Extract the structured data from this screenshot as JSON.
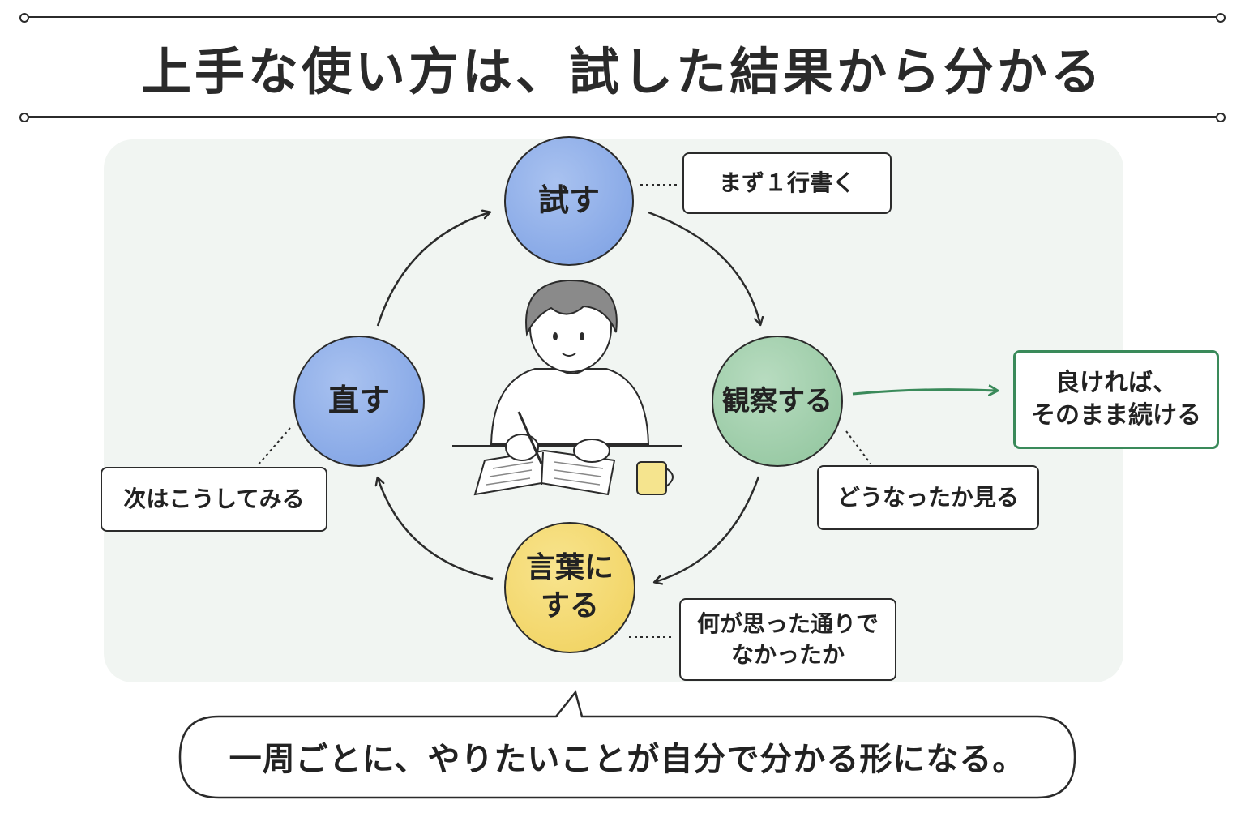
{
  "title": "上手な使い方は、試した結果から分かる",
  "cycle": {
    "try": {
      "label": "試す",
      "note": "まず１行書く"
    },
    "observe": {
      "label": "観察する",
      "note": "どうなったか見る"
    },
    "verbalize": {
      "label": "言葉に\nする",
      "note": "何が思った通りで\nなかったか"
    },
    "fix": {
      "label": "直す",
      "note": "次はこうしてみる"
    }
  },
  "side_outcome": "良ければ、\nそのまま続ける",
  "summary": "一周ごとに、やりたいことが自分で分かる形になる。",
  "colors": {
    "blue": "#7b9fe3",
    "green": "#8fc49c",
    "yellow": "#f0d05a",
    "arrow_green": "#3a8a5a"
  }
}
